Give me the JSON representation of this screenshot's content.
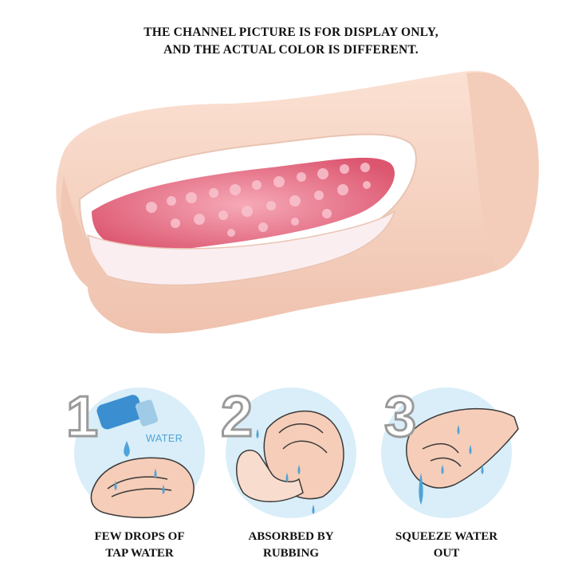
{
  "disclaimer": {
    "line1": "THE CHANNEL PICTURE IS FOR DISPLAY ONLY,",
    "line2": "AND THE ACTUAL COLOR IS DIFFERENT."
  },
  "steps": [
    {
      "number": "1",
      "label_line1": "FEW DROPS OF",
      "label_line2": "TAP WATER",
      "badge": "WATER",
      "icon": "water-bottle-icon"
    },
    {
      "number": "2",
      "label_line1": "ABSORBED BY",
      "label_line2": "RUBBING",
      "icon": "rubbing-hands-icon"
    },
    {
      "number": "3",
      "label_line1": "SQUEEZE WATER",
      "label_line2": "OUT",
      "icon": "squeeze-icon"
    }
  ],
  "colors": {
    "skin": "#f6d5c4",
    "skin_shadow": "#e8b9a5",
    "channel": "#e96a80",
    "channel_light": "#f4a0b2",
    "circle_bg": "#d9eef8",
    "water": "#4fa3d8",
    "number_outline": "#9a9a9a"
  }
}
